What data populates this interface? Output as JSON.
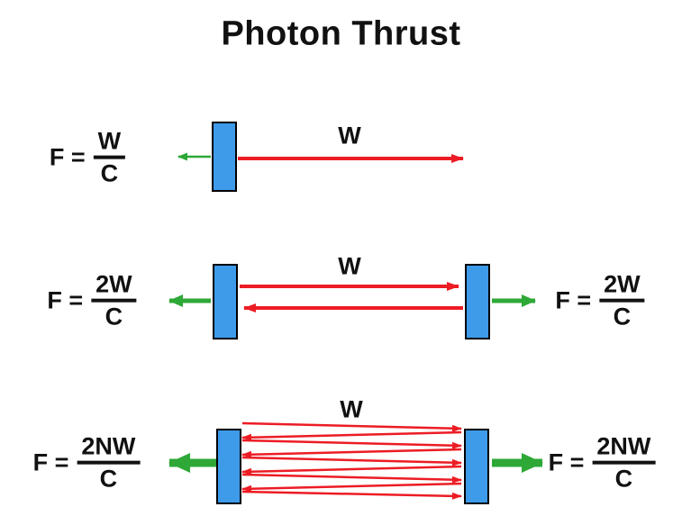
{
  "title": "Photon Thrust",
  "colors": {
    "plate": "#3E9BEA",
    "red": "#EC1C24",
    "green": "#2EA836"
  },
  "rows": [
    {
      "left_formula": {
        "lhs": "F =",
        "numerator": "W",
        "denominator": "C"
      },
      "beam_label": "W"
    },
    {
      "left_formula": {
        "lhs": "F =",
        "numerator": "2W",
        "denominator": "C"
      },
      "right_formula": {
        "lhs": "F =",
        "numerator": "2W",
        "denominator": "C"
      },
      "beam_label": "W"
    },
    {
      "left_formula": {
        "lhs": "F =",
        "numerator": "2NW",
        "denominator": "C"
      },
      "right_formula": {
        "lhs": "F =",
        "numerator": "2NW",
        "denominator": "C"
      },
      "beam_label": "W"
    }
  ]
}
